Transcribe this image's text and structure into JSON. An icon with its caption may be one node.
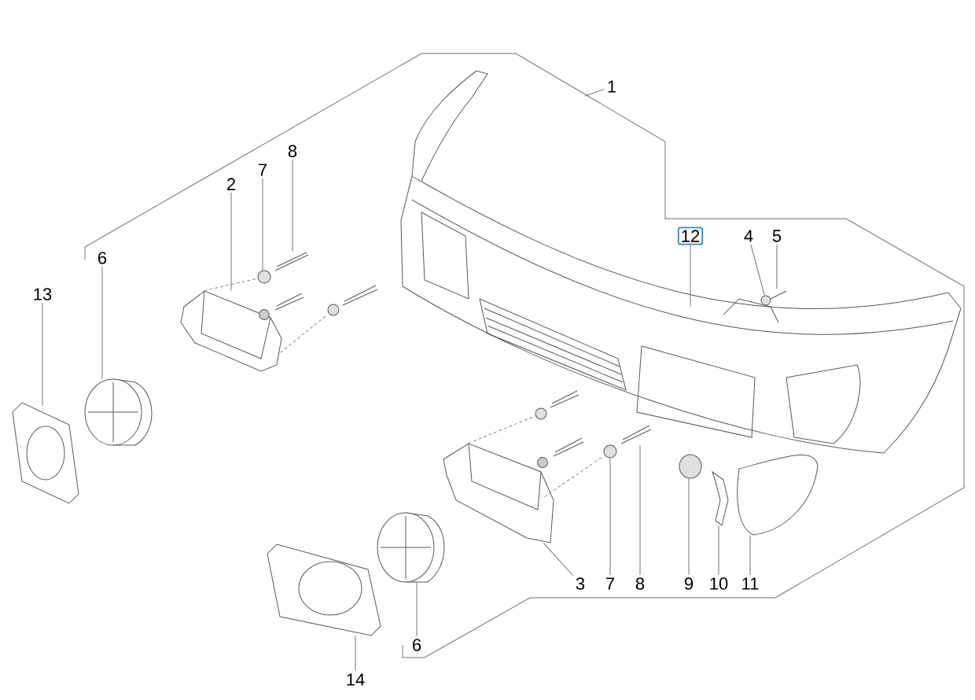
{
  "diagram": {
    "nodes": [
      {
        "text": [
          "1"
        ]
      },
      {
        "text": [
          "8"
        ]
      },
      {
        "text": [
          "7"
        ]
      },
      {
        "text": [
          "2"
        ]
      },
      {
        "text": [
          "12"
        ]
      },
      {
        "text": [
          "4"
        ]
      },
      {
        "text": [
          "5"
        ]
      },
      {
        "text": [
          "6"
        ]
      },
      {
        "text": [
          "13"
        ]
      },
      {
        "text": [
          "3"
        ]
      },
      {
        "text": [
          "7"
        ]
      },
      {
        "text": [
          "8"
        ]
      },
      {
        "text": [
          "9"
        ]
      },
      {
        "text": [
          "10"
        ]
      },
      {
        "text": [
          "11"
        ]
      },
      {
        "text": [
          "6"
        ]
      },
      {
        "text": [
          "14"
        ]
      },
      {
        "text": [],
        "shape": "picture"
      },
      {
        "text": [],
        "shape": "picture"
      },
      {
        "text": [],
        "shape": "circle"
      },
      {
        "text": [],
        "shape": "picture"
      },
      {
        "text": [],
        "shape": "circle"
      },
      {
        "text": [],
        "shape": "picture"
      },
      {
        "text": [],
        "shape": "picture"
      },
      {
        "text": [],
        "shape": "picture"
      },
      {
        "text": [],
        "shape": "picture"
      },
      {
        "text": [],
        "shape": "circle"
      },
      {
        "text": [],
        "shape": "picture"
      },
      {
        "text": [],
        "shape": "circle"
      },
      {
        "text": [],
        "shape": "picture"
      },
      {
        "text": [],
        "shape": "picture"
      },
      {
        "text": [],
        "shape": "picture"
      },
      {
        "text": [],
        "shape": "picture"
      },
      {
        "text": [],
        "shape": "circle"
      },
      {
        "text": [],
        "shape": "circle"
      }
    ],
    "edges": [
      {
        "from": 0,
        "to": null,
        "arrow": "none"
      },
      {
        "from": 1,
        "to": 18,
        "arrow": "none"
      },
      {
        "from": 2,
        "to": 19,
        "arrow": "none"
      },
      {
        "from": 3,
        "to": 20,
        "arrow": "none"
      },
      {
        "from": 4,
        "to": 17,
        "arrow": "none"
      },
      {
        "from": 5,
        "to": 21,
        "arrow": "none"
      },
      {
        "from": 6,
        "to": 22,
        "arrow": "none"
      },
      {
        "from": 7,
        "to": 23,
        "arrow": "none"
      },
      {
        "from": 8,
        "to": 24,
        "arrow": "none"
      },
      {
        "from": 9,
        "to": 25,
        "arrow": "none"
      },
      {
        "from": 10,
        "to": 26,
        "arrow": "none"
      },
      {
        "from": 11,
        "to": 27,
        "arrow": "none"
      },
      {
        "from": 12,
        "to": 28,
        "arrow": "none"
      },
      {
        "from": 13,
        "to": 29,
        "arrow": "none"
      },
      {
        "from": 14,
        "to": 30,
        "arrow": "none"
      },
      {
        "from": 15,
        "to": 31,
        "arrow": "none"
      },
      {
        "from": 16,
        "to": 32,
        "arrow": "none"
      },
      {
        "from": 20,
        "to": 19,
        "arrow": "none",
        "style": "dashed"
      },
      {
        "from": 20,
        "to": 33,
        "arrow": "none",
        "style": "dashed"
      },
      {
        "from": 25,
        "to": 34,
        "arrow": "none",
        "style": "dashed"
      },
      {
        "from": 25,
        "to": 26,
        "arrow": "none",
        "style": "dashed"
      }
    ]
  }
}
